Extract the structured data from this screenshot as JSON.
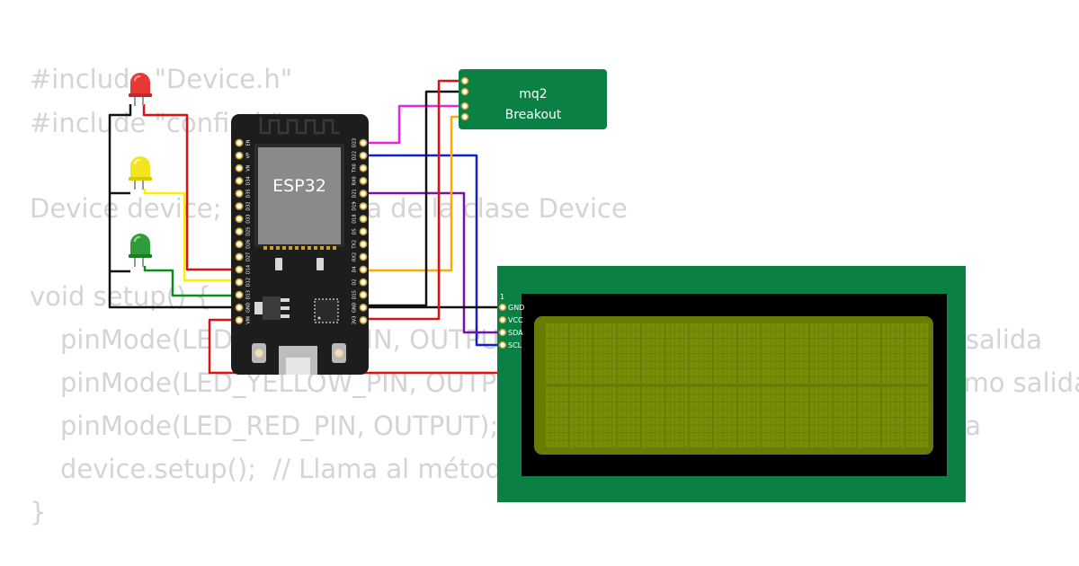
{
  "code_lines": [
    {
      "text": "#include \"Device.h\"",
      "indent": false
    },
    {
      "text": "#include \"config.h\"",
      "indent": false
    },
    {
      "text": "",
      "indent": false
    },
    {
      "text": "Device device;  // Instancia de la clase Device",
      "indent": false
    },
    {
      "text": "",
      "indent": false
    },
    {
      "text": "void setup() {",
      "indent": false
    },
    {
      "text": "pinMode(LED_GREEN_PIN, OUTPUT);  // Configura el LED verde como salida",
      "indent": true
    },
    {
      "text": "pinMode(LED_YELLOW_PIN, OUTPUT);  // Configura el LED amarillo como salida",
      "indent": true
    },
    {
      "text": "pinMode(LED_RED_PIN, OUTPUT);  // Configura el LED rojo como salida",
      "indent": true
    },
    {
      "text": "device.setup();  // Llama al método setup del objeto dispositivo",
      "indent": true
    },
    {
      "text": "}",
      "indent": false
    }
  ],
  "esp32": {
    "label": "ESP32",
    "left_pins": [
      "EN",
      "VP",
      "VN",
      "D34",
      "D35",
      "D32",
      "D33",
      "D25",
      "D26",
      "D27",
      "D14",
      "D12",
      "D13",
      "GND",
      "VIN"
    ],
    "right_pins": [
      "D23",
      "D22",
      "TX0",
      "RX0",
      "D21",
      "D19",
      "D18",
      "D5",
      "TX2",
      "RX2",
      "D4",
      "D2",
      "D15",
      "GND",
      "3V3"
    ]
  },
  "mq2": {
    "line1": "mq2",
    "line2": "Breakout"
  },
  "lcd": {
    "pin_number": "1",
    "pins": [
      "GND",
      "VCC",
      "SDA",
      "SCL"
    ]
  },
  "leds": [
    {
      "name": "red",
      "color": "#e53935"
    },
    {
      "name": "yellow",
      "color": "#f2e51f"
    },
    {
      "name": "green",
      "color": "#2e9c3a"
    }
  ],
  "colors": {
    "board": "#1d1d1d",
    "module_green": "#0b8045",
    "lcd_screen": "#6a7c00",
    "wire_red": "#dd1111",
    "wire_black": "#111111",
    "wire_yellow": "#ffee00",
    "wire_green": "#0c8c1c",
    "wire_magenta": "#ee22dd",
    "wire_blue": "#1122cc",
    "wire_purple": "#7711aa",
    "wire_orange": "#ffaa00"
  }
}
